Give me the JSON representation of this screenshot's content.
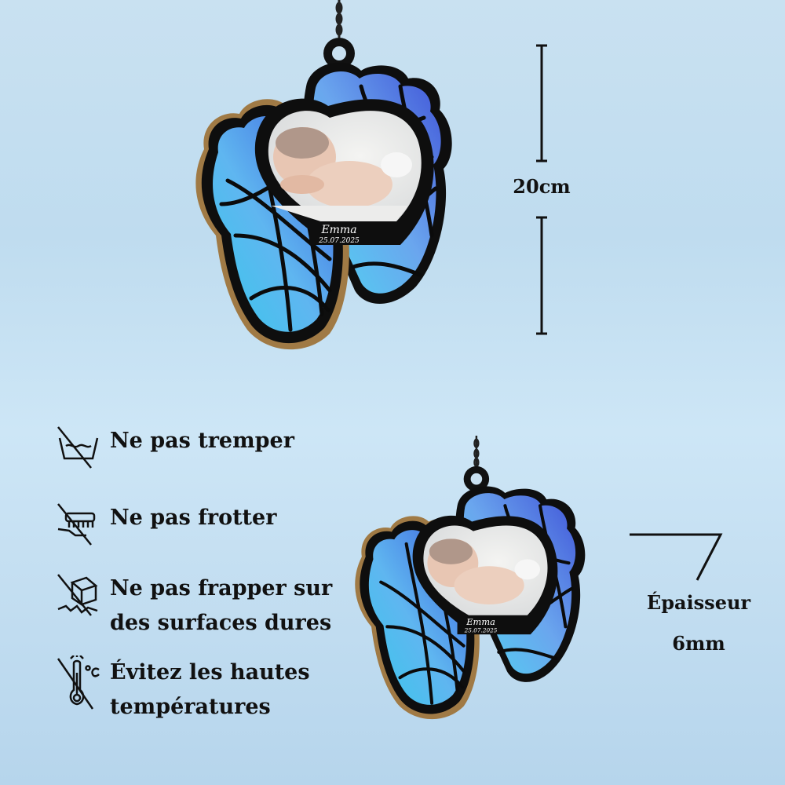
{
  "dimensions": {
    "height": "20cm",
    "thickness_label": "Épaisseur",
    "thickness_value": "6mm"
  },
  "ornament": {
    "name": "Emma",
    "date": "25.07.2025"
  },
  "care_instructions": [
    {
      "icon": "no-soak-icon",
      "lines": [
        "Ne pas tremper"
      ]
    },
    {
      "icon": "no-scrub-icon",
      "lines": [
        "Ne pas frotter"
      ]
    },
    {
      "icon": "no-impact-icon",
      "lines": [
        "Ne pas frapper sur",
        "des surfaces dures"
      ]
    },
    {
      "icon": "no-heat-icon",
      "lines": [
        "Évitez les hautes",
        "températures"
      ]
    }
  ],
  "colors": {
    "stained_glass_light": "#4fd2f0",
    "stained_glass_dark": "#3f6fe0",
    "frame": "#111111",
    "wood_edge": "#a07a45"
  }
}
